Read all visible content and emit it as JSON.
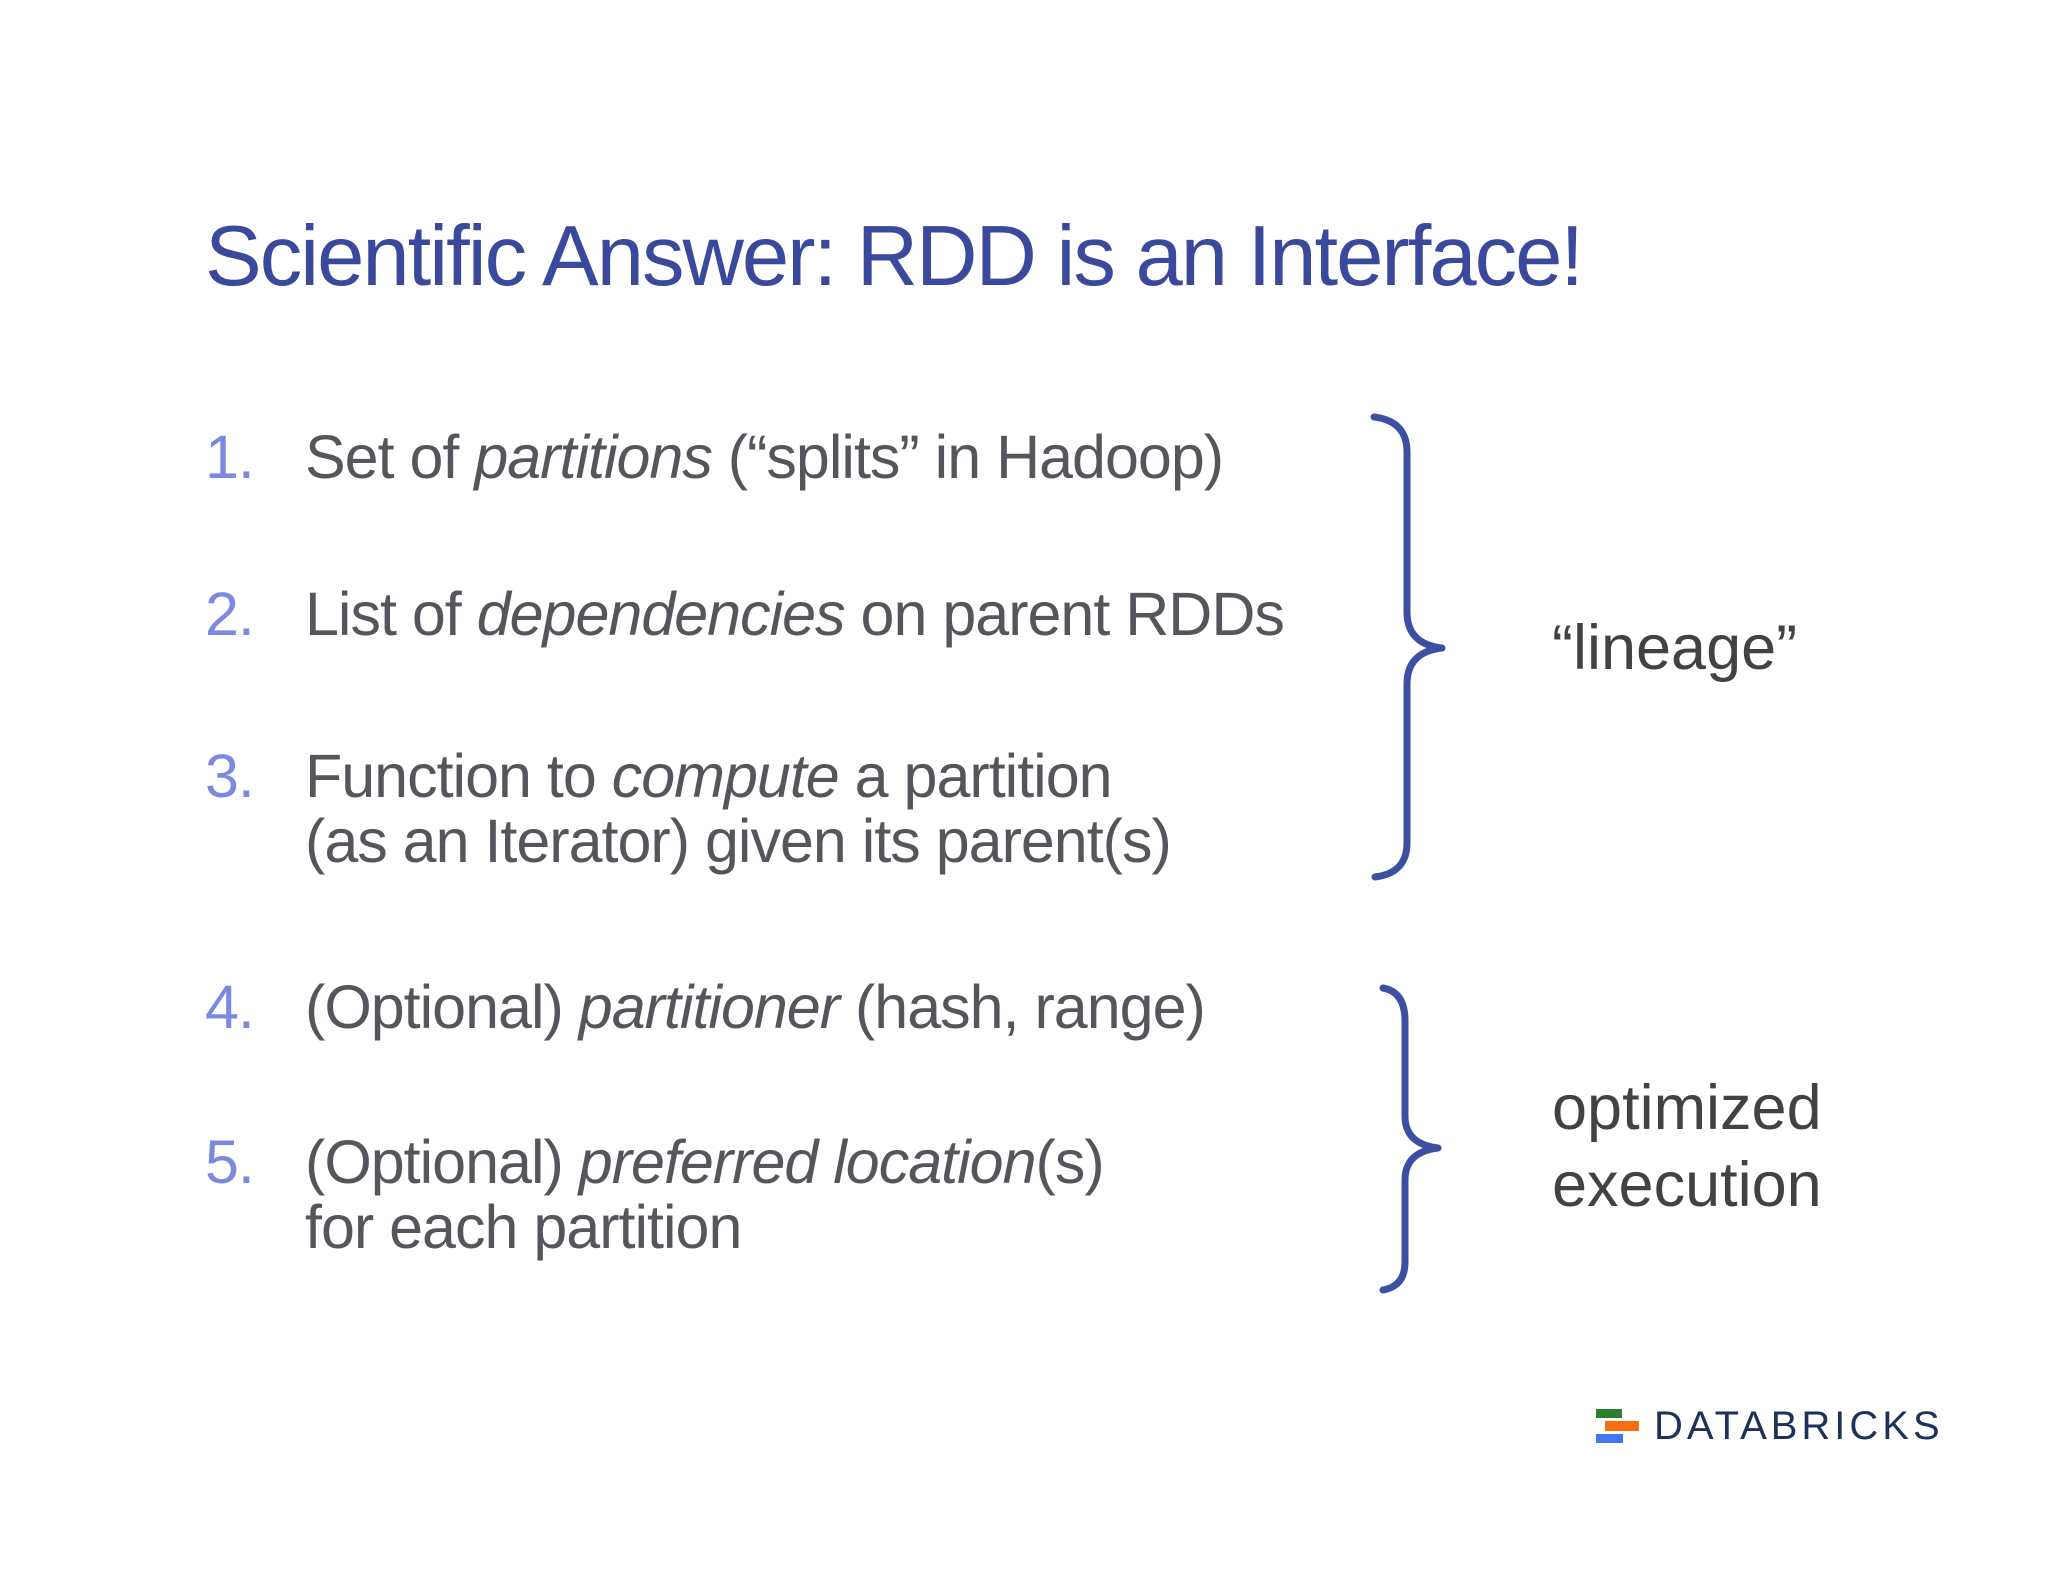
{
  "slide": {
    "title": "Scientific Answer: RDD is an Interface!",
    "items": [
      {
        "number": "1.",
        "segments": [
          {
            "text": "Set of ",
            "italic": false
          },
          {
            "text": "partitions",
            "italic": true
          },
          {
            "text": " (“splits” in Hadoop)",
            "italic": false
          }
        ]
      },
      {
        "number": "2.",
        "segments": [
          {
            "text": "List of ",
            "italic": false
          },
          {
            "text": "dependencies",
            "italic": true
          },
          {
            "text": " on parent RDDs",
            "italic": false
          }
        ]
      },
      {
        "number": "3.",
        "segments": [
          {
            "text": "Function to ",
            "italic": false
          },
          {
            "text": "compute",
            "italic": true
          },
          {
            "text": " a partition\n(as an Iterator) given its parent(s)",
            "italic": false
          }
        ]
      },
      {
        "number": "4.",
        "segments": [
          {
            "text": "(Optional) ",
            "italic": false
          },
          {
            "text": "partitioner",
            "italic": true
          },
          {
            "text": " (hash, range)",
            "italic": false
          }
        ]
      },
      {
        "number": "5.",
        "segments": [
          {
            "text": "(Optional) ",
            "italic": false
          },
          {
            "text": "preferred location",
            "italic": true
          },
          {
            "text": "(s)\nfor each partition",
            "italic": false
          }
        ]
      }
    ],
    "annotations": {
      "lineage": "“lineage”",
      "execution": "optimized\nexecution"
    },
    "logo": {
      "text": "DATABRICKS"
    },
    "colors": {
      "background": "#ffffff",
      "title": "#3a499b",
      "body": "#55565c",
      "number": "#7b8ae0",
      "brace": "#3c4fa3",
      "label": "#414244",
      "logo_text": "#1d3259",
      "logo_green": "#2d7d2f",
      "logo_orange": "#f96c10",
      "logo_blue": "#4276f5"
    }
  }
}
